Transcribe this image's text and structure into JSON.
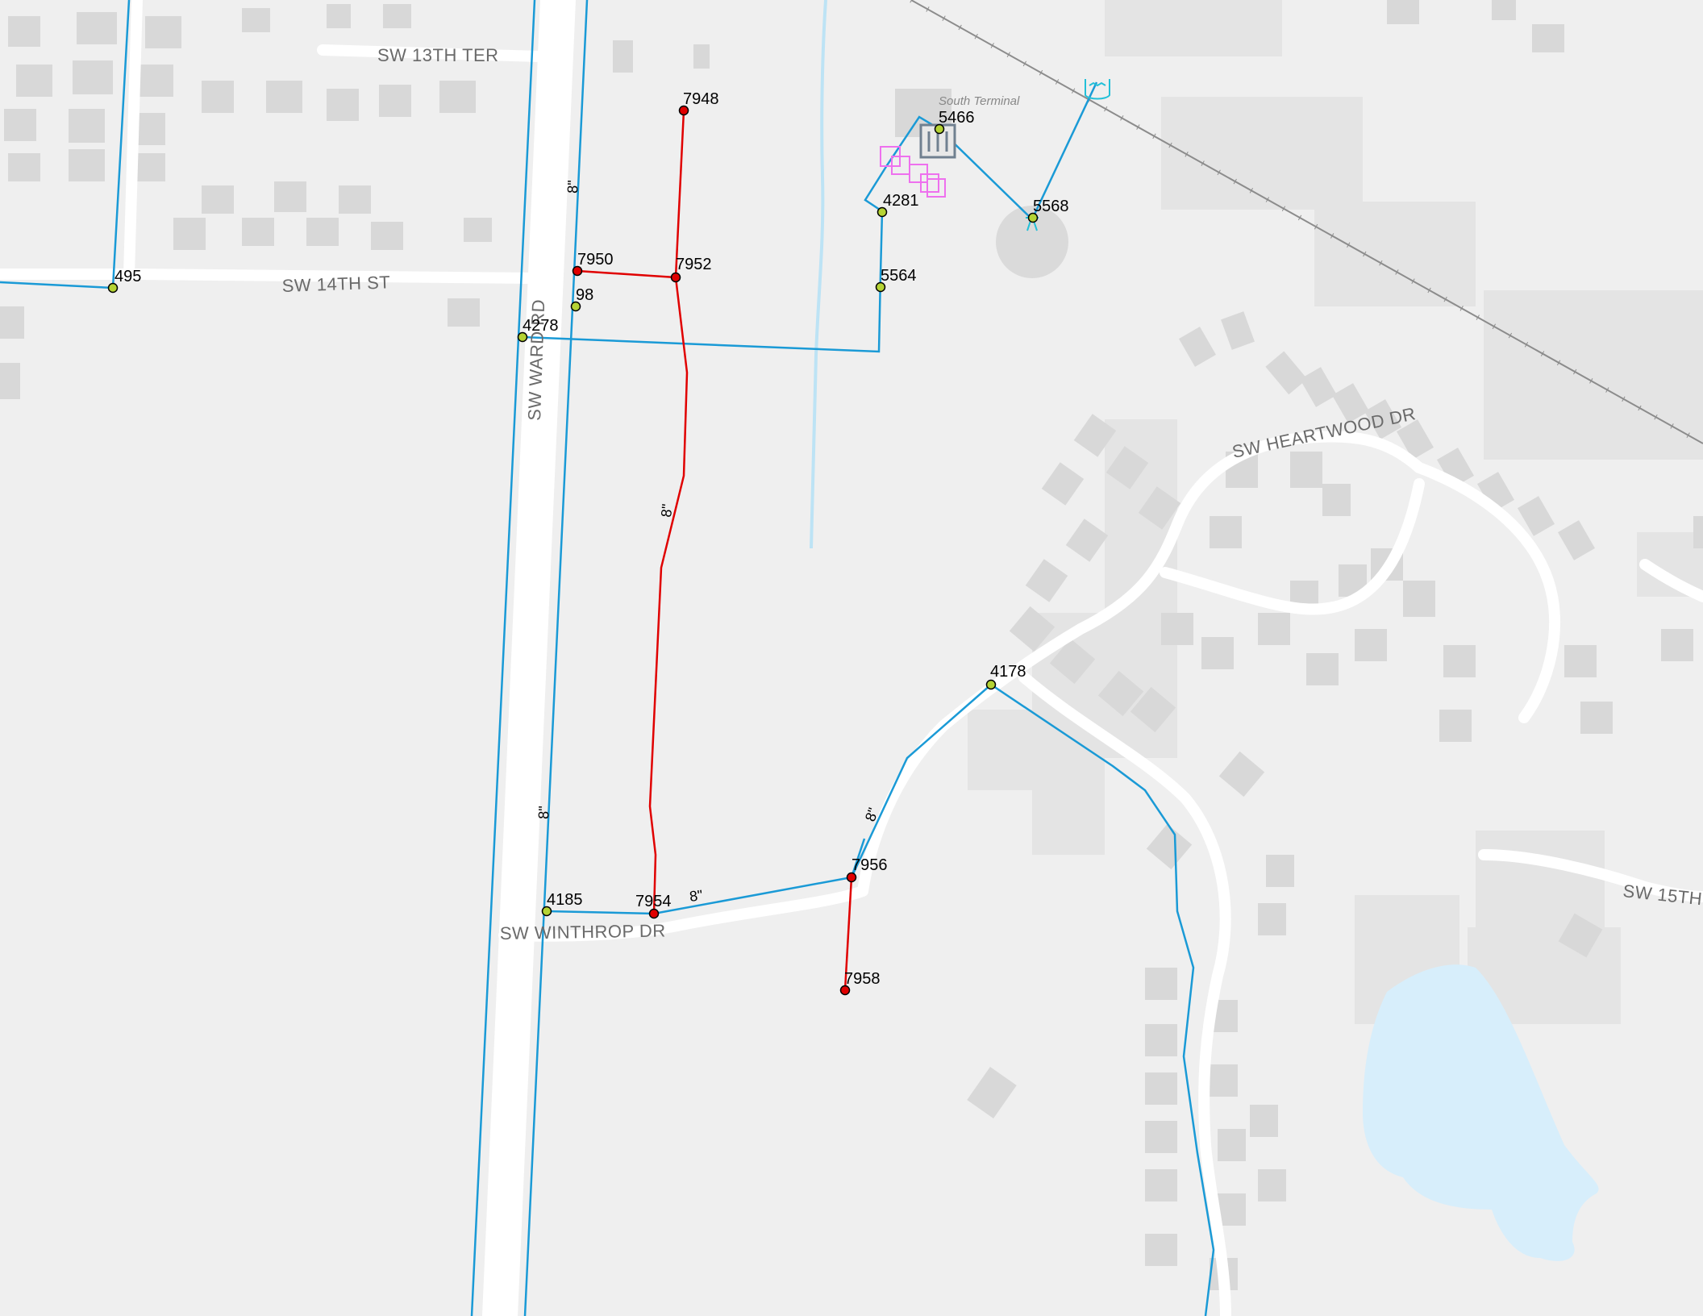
{
  "map": {
    "streets": [
      "SW 13TH TER",
      "SW 14TH ST",
      "SW WARD RD",
      "SW HEARTWOOD DR",
      "SW WINTHROP DR",
      "SW 15TH"
    ],
    "facility_label": "South Terminal",
    "existing_nodes": [
      "495",
      "4278",
      "98",
      "5466",
      "4281",
      "5564",
      "5568",
      "4185",
      "4178"
    ],
    "proposed_nodes": [
      "7948",
      "7950",
      "7952",
      "7954",
      "7956",
      "7958"
    ],
    "pipe_sizes": [
      "8\"",
      "8\"",
      "8\"",
      "8\"",
      "8\""
    ],
    "colors": {
      "background": "#efefef",
      "road": "#ffffff",
      "building": "#d8d8d8",
      "parcel": "#e4e4e4",
      "existing_main": "#1a9ad6",
      "proposed_main": "#e00000",
      "existing_node_fill": "#b5d334",
      "proposed_node_fill": "#e00000",
      "water": "#d7eefb",
      "creek": "#bde3f5",
      "railroad": "#8c8c8c",
      "hydrant": "#ee70ee"
    },
    "icons": [
      "building-symbol-icon",
      "hydrant-icon",
      "tank-icon"
    ]
  }
}
